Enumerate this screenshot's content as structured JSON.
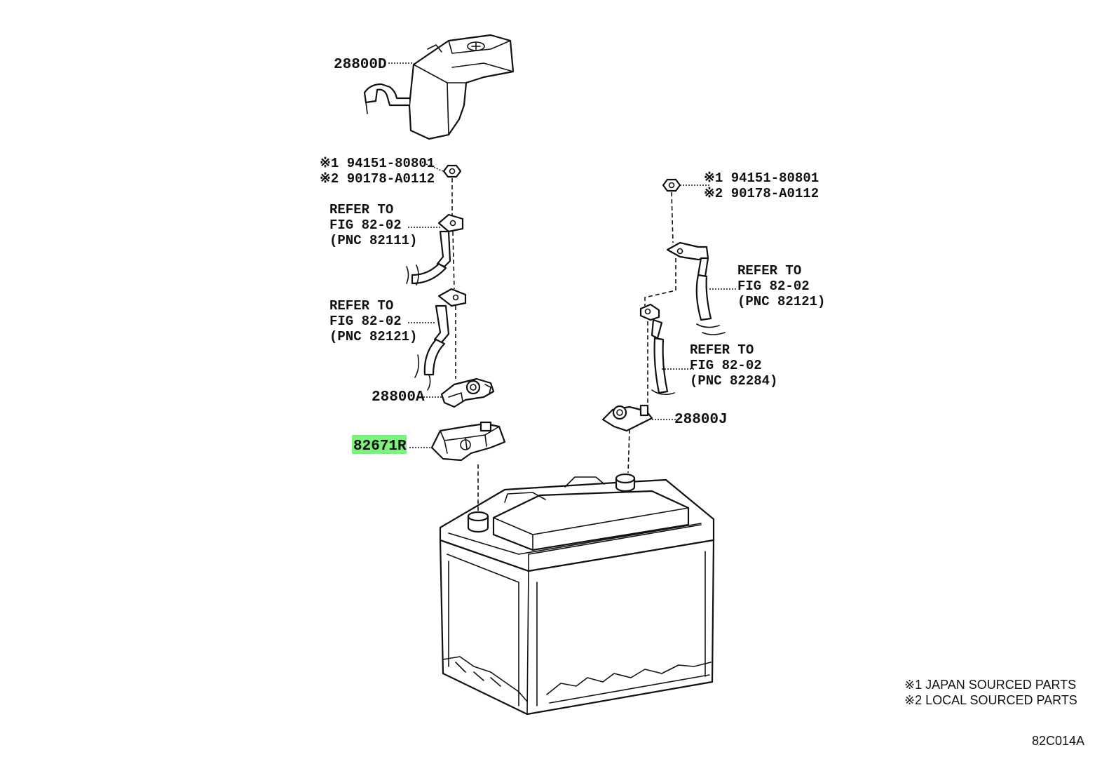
{
  "diagram_code": "82C014A",
  "parts": {
    "cover": "28800D",
    "terminal_positive": "28800A",
    "terminal_negative": "28800J",
    "highlighted_part": "82671R"
  },
  "nut_left": {
    "line1": "※1 94151-80801",
    "line2": "※2 90178-A0112"
  },
  "nut_right": {
    "line1": "※1 94151-80801",
    "line2": "※2 90178-A0112"
  },
  "refs": {
    "r1": {
      "line1": "REFER TO",
      "line2": "FIG 82-02",
      "line3": "(PNC 82111)"
    },
    "r2": {
      "line1": "REFER TO",
      "line2": "FIG 82-02",
      "line3": "(PNC 82121)"
    },
    "r3": {
      "line1": "REFER TO",
      "line2": "FIG 82-02",
      "line3": "(PNC 82121)"
    },
    "r4": {
      "line1": "REFER TO",
      "line2": "FIG 82-02",
      "line3": "(PNC 82284)"
    }
  },
  "legend": {
    "line1": "※1 JAPAN SOURCED PARTS",
    "line2": "※2 LOCAL SOURCED PARTS"
  },
  "highlight_color": "#7df07d"
}
